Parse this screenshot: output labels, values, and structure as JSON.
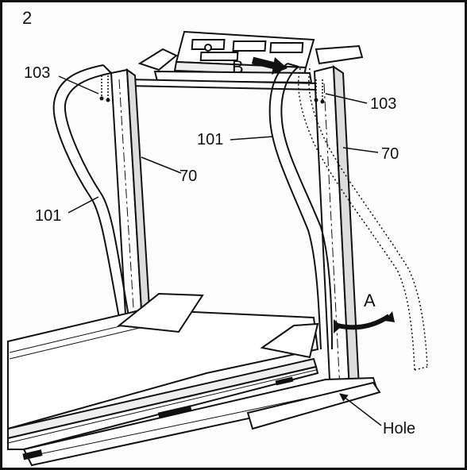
{
  "figure": {
    "step_number": "2",
    "labels": {
      "callout_103_left": "103",
      "callout_103_right": "103",
      "callout_101_left": "101",
      "callout_101_center": "101",
      "callout_70_center": "70",
      "callout_70_right": "70",
      "arrow_a": "A",
      "arrow_b": "B",
      "hole": "Hole"
    }
  }
}
